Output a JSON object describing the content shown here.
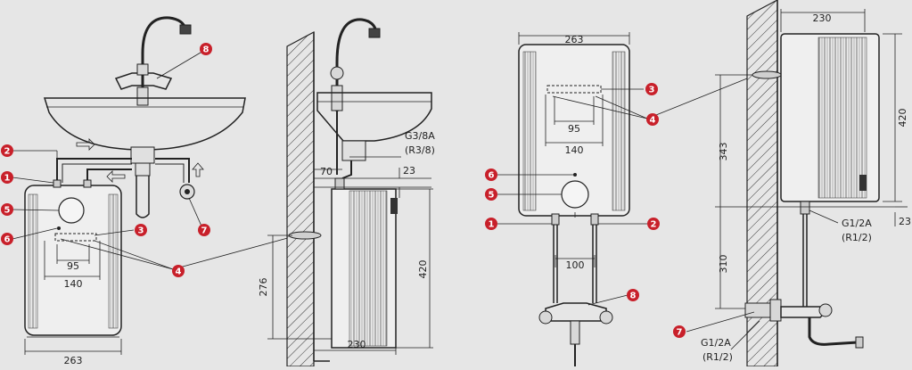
{
  "colors": {
    "background": "#e6e6e6",
    "callout": "#c8202a",
    "line": "#222222"
  },
  "callouts": [
    "1",
    "2",
    "3",
    "4",
    "5",
    "6",
    "7",
    "8"
  ],
  "dimensions": {
    "d263": "263",
    "d140": "140",
    "d95": "95",
    "d100": "100",
    "d70": "70",
    "d23": "23",
    "d276": "276",
    "d420": "420",
    "d230": "230",
    "d343": "343",
    "d310": "310"
  },
  "connections": {
    "g38": "G3/8A",
    "r38": "(R3/8)",
    "g12": "G1/2A",
    "r12": "(R1/2)"
  }
}
